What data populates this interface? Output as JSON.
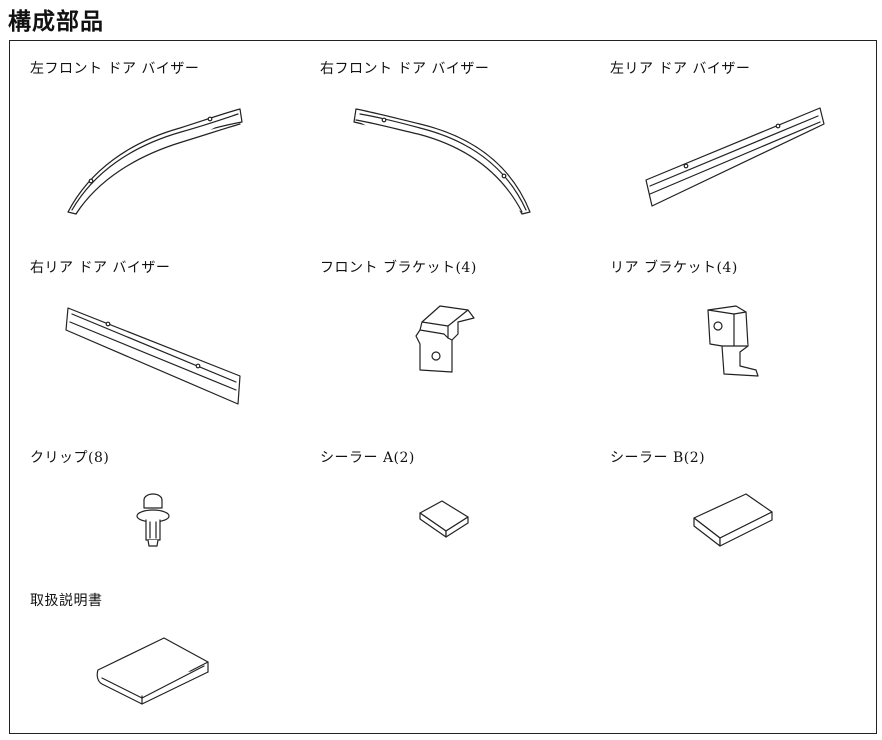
{
  "page_title": "構成部品",
  "parts": [
    {
      "label": "左フロント ドア バイザー"
    },
    {
      "label": "右フロント ドア バイザー"
    },
    {
      "label": "左リア ドア バイザー"
    },
    {
      "label": "右リア ドア バイザー"
    },
    {
      "label": "フロント ブラケット(4)"
    },
    {
      "label": "リア ブラケット(4)"
    },
    {
      "label": "クリップ(8)"
    },
    {
      "label": "シーラー A(2)"
    },
    {
      "label": "シーラー B(2)"
    },
    {
      "label": "取扱説明書"
    }
  ]
}
